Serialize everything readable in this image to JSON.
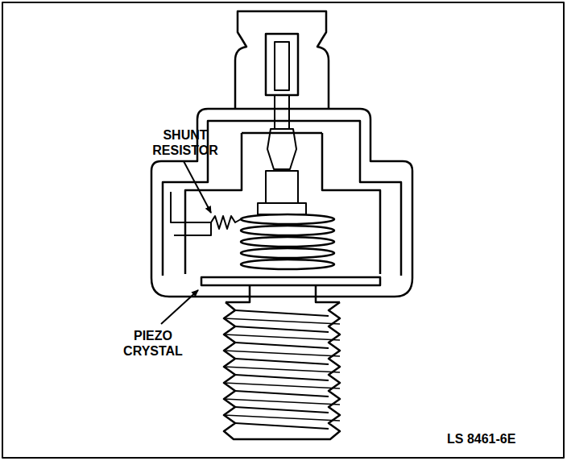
{
  "diagram": {
    "labels": [
      "SHUNT RESISTOR",
      "PIEZO CRYSTAL",
      "LS 8461-6E"
    ]
  }
}
